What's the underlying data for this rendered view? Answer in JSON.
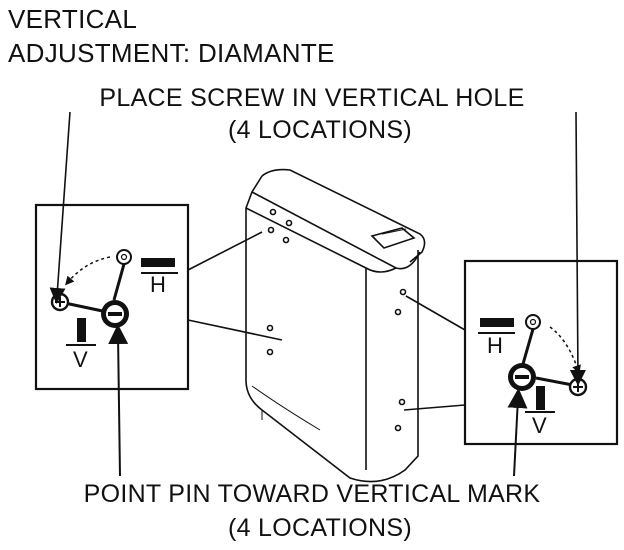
{
  "header": {
    "title_line1": "VERTICAL",
    "title_line2": "ADJUSTMENT: DIAMANTE"
  },
  "callouts": {
    "place_screw_line1": "PLACE SCREW IN VERTICAL HOLE",
    "place_screw_line2": "(4 LOCATIONS)",
    "point_pin_line1": "POINT PIN TOWARD VERTICAL MARK",
    "point_pin_line2": "(4 LOCATIONS)"
  },
  "marks": {
    "horizontal": "H",
    "vertical": "V"
  },
  "icons": [
    "screw-plus-icon",
    "pin-minus-icon",
    "horizontal-hole-icon",
    "rotate-arrow-icon"
  ]
}
